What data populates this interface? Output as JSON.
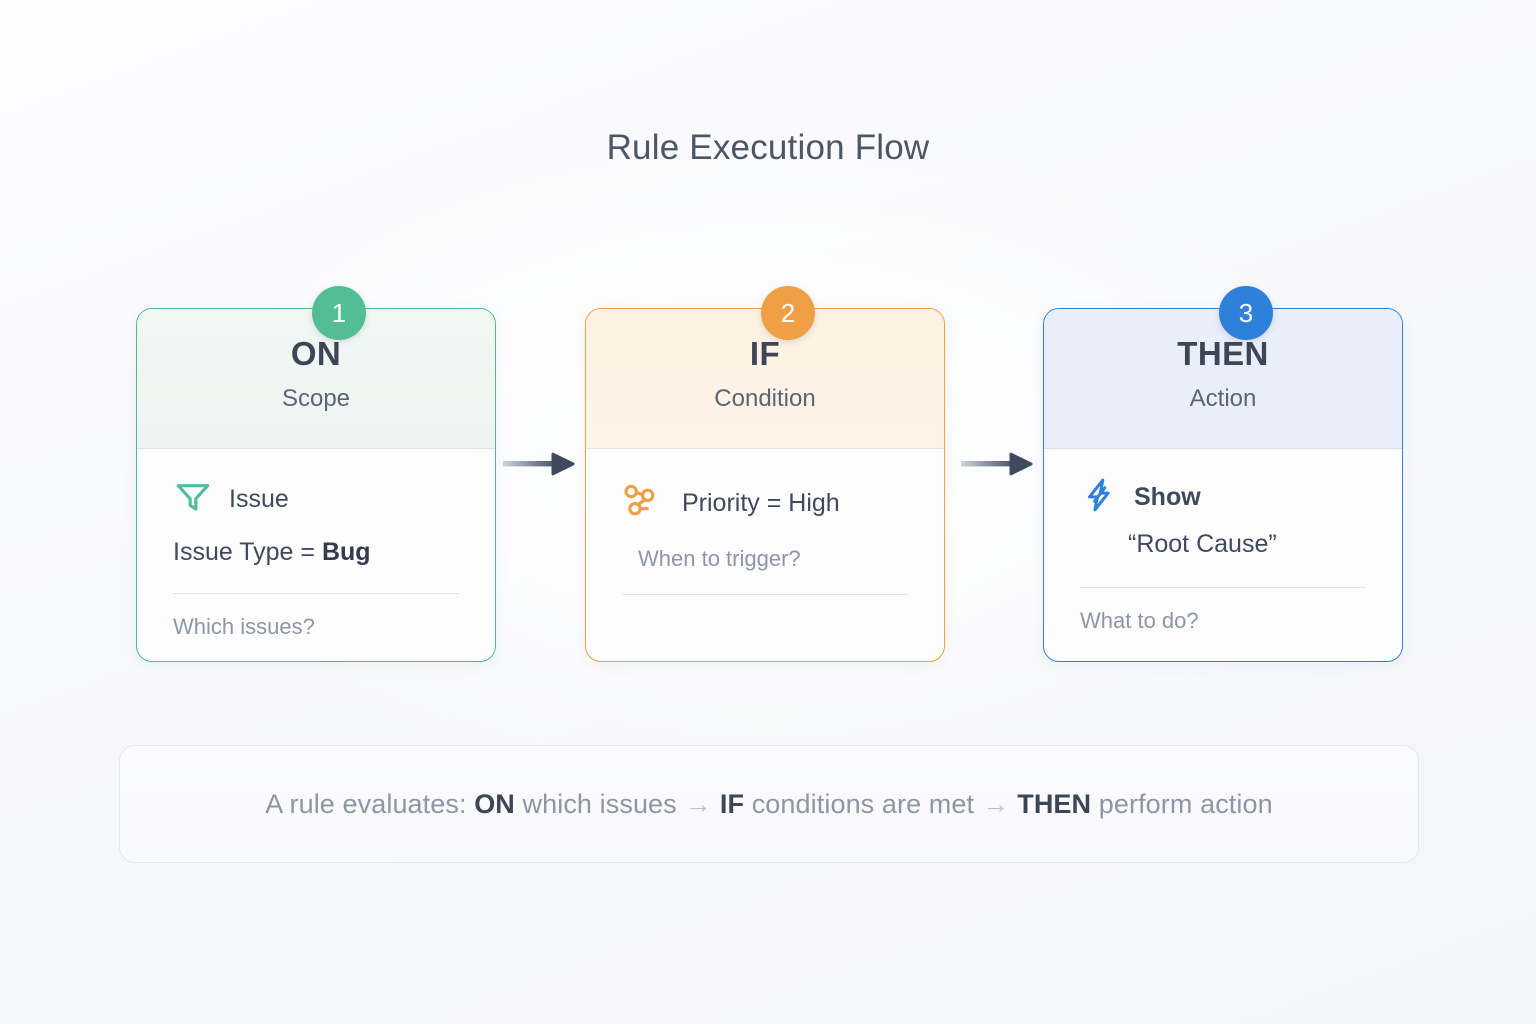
{
  "page": {
    "title": "Rule Execution Flow",
    "background_color": "#fbfbfd"
  },
  "colors": {
    "scope_green": "#52be96",
    "condition_orange": "#f0a044",
    "action_blue": "#2f80db",
    "title_text": "#4b5668",
    "body_text": "#3f4a5c",
    "hint_text": "#8d96a6"
  },
  "cards": [
    {
      "step": "1",
      "keyword": "ON",
      "subtitle": "Scope",
      "icon": "funnel-icon",
      "row_label": "Issue",
      "value_text": "Issue Type = ",
      "value_bold": "Bug",
      "hint": "Which issues?",
      "accent": "#52be96"
    },
    {
      "step": "2",
      "keyword": "IF",
      "subtitle": "Condition",
      "icon": "share-nodes-icon",
      "row_label": "Priority = High",
      "hint": "When to trigger?",
      "accent": "#f0a044"
    },
    {
      "step": "3",
      "keyword": "THEN",
      "subtitle": "Action",
      "icon": "lightning-bolt-icon",
      "row_label": "Show",
      "value_text": "“Root Cause”",
      "hint": "What to do?",
      "accent": "#2f80db"
    }
  ],
  "connectors": [
    {
      "name": "arrow-scope-to-condition",
      "icon": "arrow-right-icon"
    },
    {
      "name": "arrow-condition-to-action",
      "icon": "arrow-right-icon"
    }
  ],
  "footer": {
    "prefix": "A rule evaluates:",
    "kw1": "ON",
    "seg1": "which issues",
    "arrow1": "→",
    "kw2": "IF",
    "seg2": "conditions are met",
    "arrow2": "→",
    "kw3": "THEN",
    "seg3": "perform action"
  }
}
